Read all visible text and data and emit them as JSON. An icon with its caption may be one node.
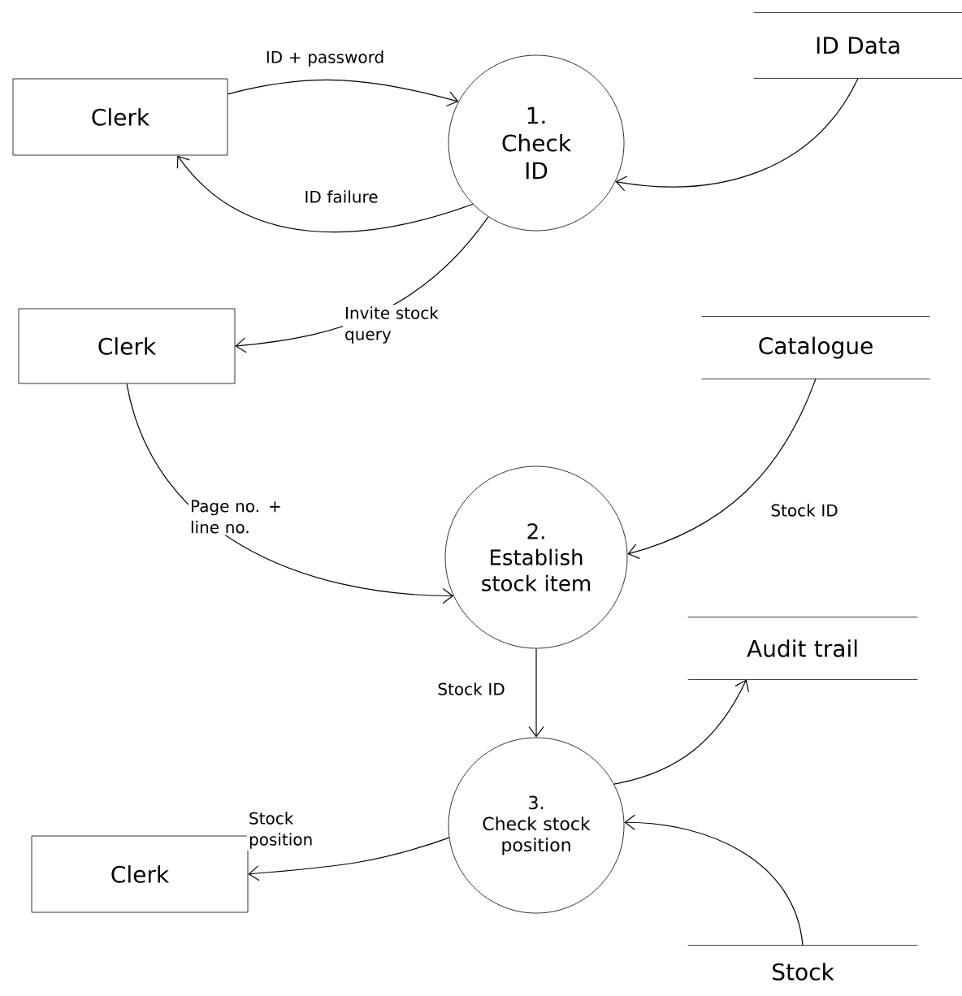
{
  "diagram": {
    "nodes": [
      {
        "text": [
          "Clerk"
        ]
      },
      {
        "text": [
          "1.",
          "Check ID"
        ]
      },
      {
        "text": [
          "ID Data"
        ]
      },
      {
        "text": [
          "Clerk"
        ]
      },
      {
        "text": [
          "Catalogue"
        ]
      },
      {
        "text": [
          "2.",
          "Establish stock item"
        ]
      },
      {
        "text": [
          "Audit trail"
        ]
      },
      {
        "text": [
          "3.",
          "Check stock position"
        ]
      },
      {
        "text": [
          "Clerk"
        ]
      },
      {
        "text": [
          "Stock"
        ]
      }
    ],
    "edges": [
      {
        "from": 0,
        "to": 1,
        "arrow": "to",
        "label": "ID + password"
      },
      {
        "from": 1,
        "to": 0,
        "arrow": "to",
        "label": "ID failure"
      },
      {
        "from": 2,
        "to": 1,
        "arrow": "to"
      },
      {
        "from": 1,
        "to": 3,
        "arrow": "to",
        "label": "Invite stock query"
      },
      {
        "from": 3,
        "to": 5,
        "arrow": "to",
        "label": "Page no. + line no."
      },
      {
        "from": 4,
        "to": 5,
        "arrow": "to",
        "label": "Stock ID"
      },
      {
        "from": 5,
        "to": 7,
        "arrow": "to",
        "label": "Stock ID"
      },
      {
        "from": 7,
        "to": 6,
        "arrow": "to"
      },
      {
        "from": 9,
        "to": 7,
        "arrow": "to"
      },
      {
        "from": 7,
        "to": 8,
        "arrow": "to",
        "label": "Stock position"
      }
    ]
  }
}
